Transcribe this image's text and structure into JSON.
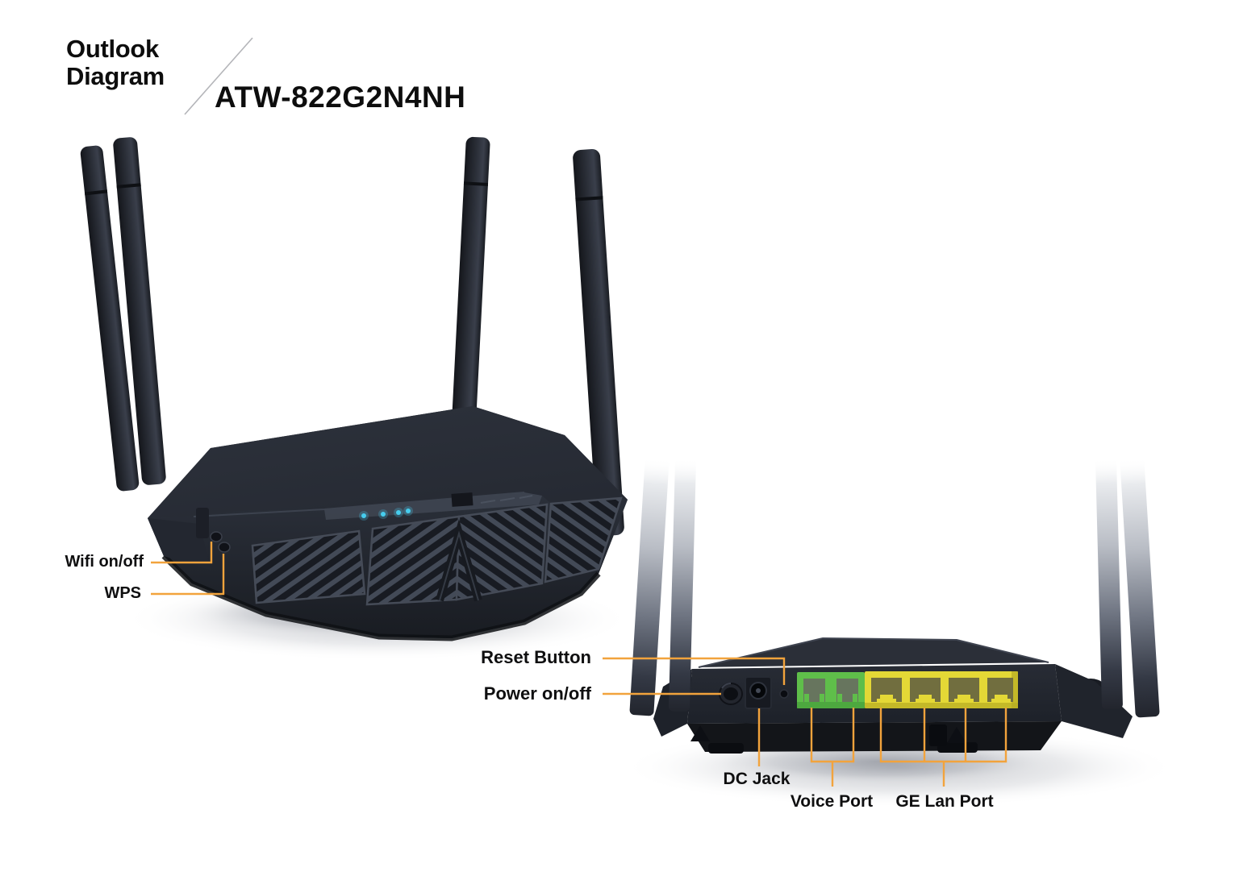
{
  "header": {
    "title_line1": "Outlook",
    "title_line2": "Diagram",
    "model": "ATW-822G2N4NH"
  },
  "front_view": {
    "description": "router front perspective view",
    "antenna_count": 4,
    "led_count": 4,
    "callouts": [
      {
        "label": "Wifi on/off"
      },
      {
        "label": "WPS"
      }
    ]
  },
  "rear_view": {
    "description": "router rear panel view",
    "antenna_count": 4,
    "voice_port_count": 2,
    "lan_port_count": 4,
    "callouts": [
      {
        "label": "Reset Button"
      },
      {
        "label": "Power on/off"
      },
      {
        "label": "DC Jack"
      },
      {
        "label": "Voice Port"
      },
      {
        "label": "GE Lan Port"
      }
    ]
  },
  "colors": {
    "accent": "#F2A33C",
    "voice_port_green": "#5FBE4A",
    "lan_port_yellow": "#E4D836",
    "led_cyan": "#46CDEE",
    "body_dark": "#262A33",
    "text": "#111111",
    "slash_gray": "#B5B6BA"
  }
}
